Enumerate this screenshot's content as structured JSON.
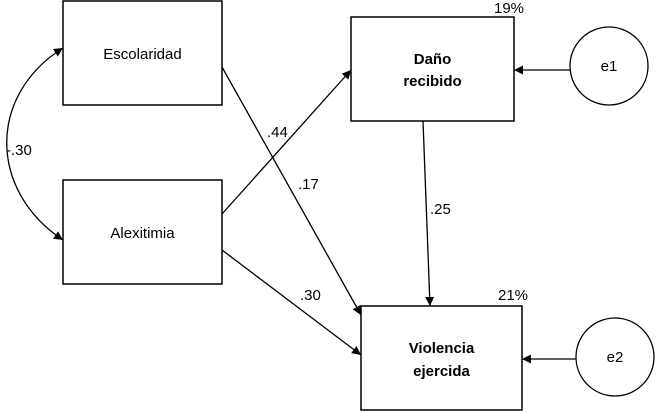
{
  "nodes": {
    "escolaridad": {
      "label": "Escolaridad"
    },
    "alexitimia": {
      "label": "Alexitimia"
    },
    "dano": {
      "label_line1": "Daño",
      "label_line2": "recibido",
      "r2": "19%"
    },
    "violencia": {
      "label_line1": "Violencia",
      "label_line2": "ejercida",
      "r2": "21%"
    },
    "e1": {
      "label": "e1"
    },
    "e2": {
      "label": "e2"
    }
  },
  "paths": {
    "escolaridad_alexitimia": "-.30",
    "alexitimia_dano": ".44",
    "escolaridad_violencia": ".17",
    "dano_violencia": ".25",
    "alexitimia_violencia": ".30"
  }
}
